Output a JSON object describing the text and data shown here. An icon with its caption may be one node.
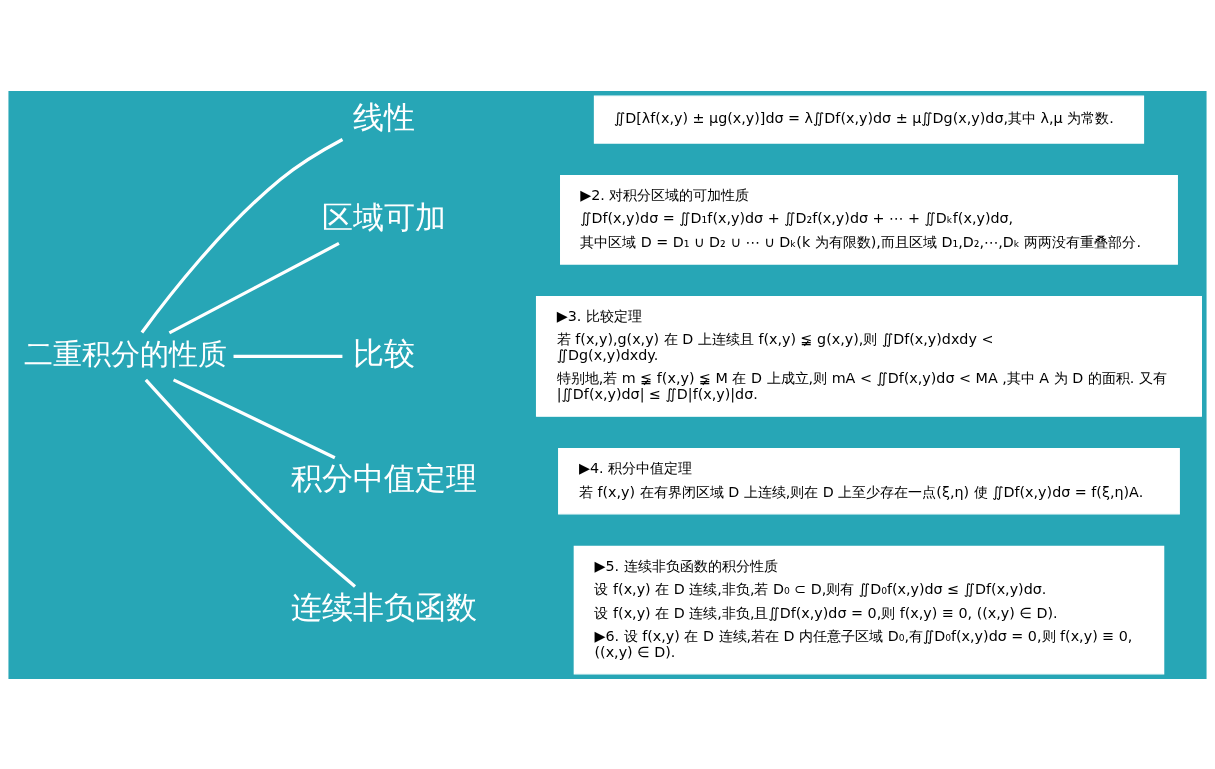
{
  "diagram": {
    "nodes": [
      {
        "text": [
          "二重积分的性质"
        ]
      },
      {
        "text": [
          "线性"
        ]
      },
      {
        "text": [
          "区域可加"
        ]
      },
      {
        "text": [
          "比较"
        ]
      },
      {
        "text": [
          "积分中值定理"
        ]
      },
      {
        "text": [
          "连续非负函数"
        ]
      },
      {
        "text": [
          "∬D[λf(x,y) ± μg(x,y)]dσ = λ∬Df(x,y)dσ ± μ∬Dg(x,y)dσ,其中 λ,μ 为常数."
        ]
      },
      {
        "text": [
          "▶2. 对积分区域的可加性质",
          "∬Df(x,y)dσ = ∬D₁f(x,y)dσ + ∬D₂f(x,y)dσ + ⋯ + ∬Dₖf(x,y)dσ,",
          "其中区域 D = D₁ ∪ D₂ ∪ ⋯ ∪ Dₖ(k 为有限数),而且区域 D₁,D₂,⋯,Dₖ 两两没有重叠部分."
        ]
      },
      {
        "text": [
          "▶3. 比较定理",
          "若 f(x,y),g(x,y) 在 D 上连续且 f(x,y) ≨ g(x,y),则 ∬Df(x,y)dxdy < ∬Dg(x,y)dxdy.",
          "特别地,若 m ≨ f(x,y) ≨ M 在 D 上成立,则 mA < ∬Df(x,y)dσ < MA ,其中 A 为 D 的面积. 又有 |∬Df(x,y)dσ| ≤ ∬D|f(x,y)|dσ."
        ]
      },
      {
        "text": [
          "▶4. 积分中值定理",
          "若 f(x,y) 在有界闭区域 D 上连续,则在 D 上至少存在一点(ξ,η) 使 ∬Df(x,y)dσ = f(ξ,η)A."
        ]
      },
      {
        "text": [
          "▶5. 连续非负函数的积分性质",
          "设 f(x,y) 在 D 连续,非负,若 D₀ ⊂ D,则有 ∬D₀f(x,y)dσ ≤ ∬Df(x,y)dσ.",
          "设 f(x,y) 在 D 连续,非负,且∬Df(x,y)dσ = 0,则 f(x,y) ≡ 0, ((x,y) ∈ D).",
          "▶6. 设 f(x,y) 在 D 连续,若在 D 内任意子区域 D₀,有∬D₀f(x,y)dσ = 0,则 f(x,y) ≡ 0, ((x,y) ∈ D)."
        ]
      }
    ],
    "edges": [
      {
        "from": 0,
        "to": 1,
        "arrow": "none"
      },
      {
        "from": 0,
        "to": 2,
        "arrow": "none"
      },
      {
        "from": 0,
        "to": 3,
        "arrow": "none"
      },
      {
        "from": 0,
        "to": 4,
        "arrow": "none"
      },
      {
        "from": 0,
        "to": 5,
        "arrow": "none"
      }
    ]
  }
}
